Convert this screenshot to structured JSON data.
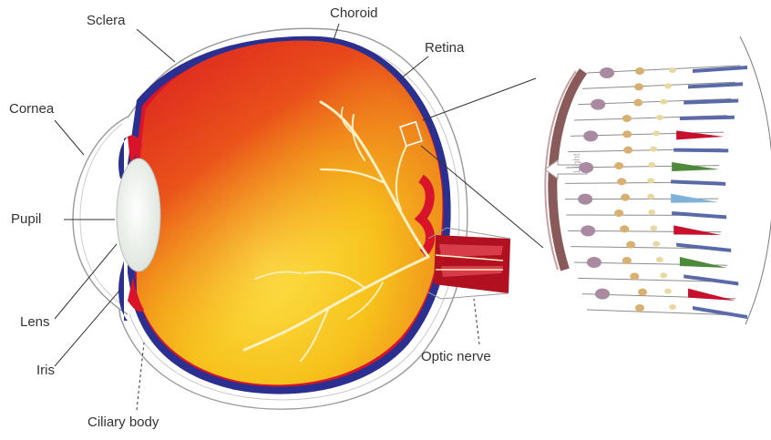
{
  "labels": {
    "sclera": "Sclera",
    "choroid": "Choroid",
    "retina": "Retina",
    "cornea": "Cornea",
    "pupil": "Pupil",
    "lens": "Lens",
    "iris": "Iris",
    "ciliary_body": "Ciliary body",
    "optic_nerve": "Optic nerve",
    "light": "Light"
  },
  "colors": {
    "sclera_outline": "#9a9a9a",
    "choroid": "#2b2f8f",
    "retina_red": "#d8142a",
    "vitreous_yellow": "#f6c21a",
    "vessels": "#fff1c4",
    "lens": "#eef1ea",
    "leader_lines": "#333333",
    "rod_blue": "#5a6aa8",
    "cone_red": "#c8102e",
    "cone_green": "#4e8a3a",
    "cone_lightblue": "#7fb2d8",
    "ganglion_mauve": "#a98aa0",
    "bipolar_tan": "#d8b070",
    "pigment_band": "#8a5a5a"
  }
}
